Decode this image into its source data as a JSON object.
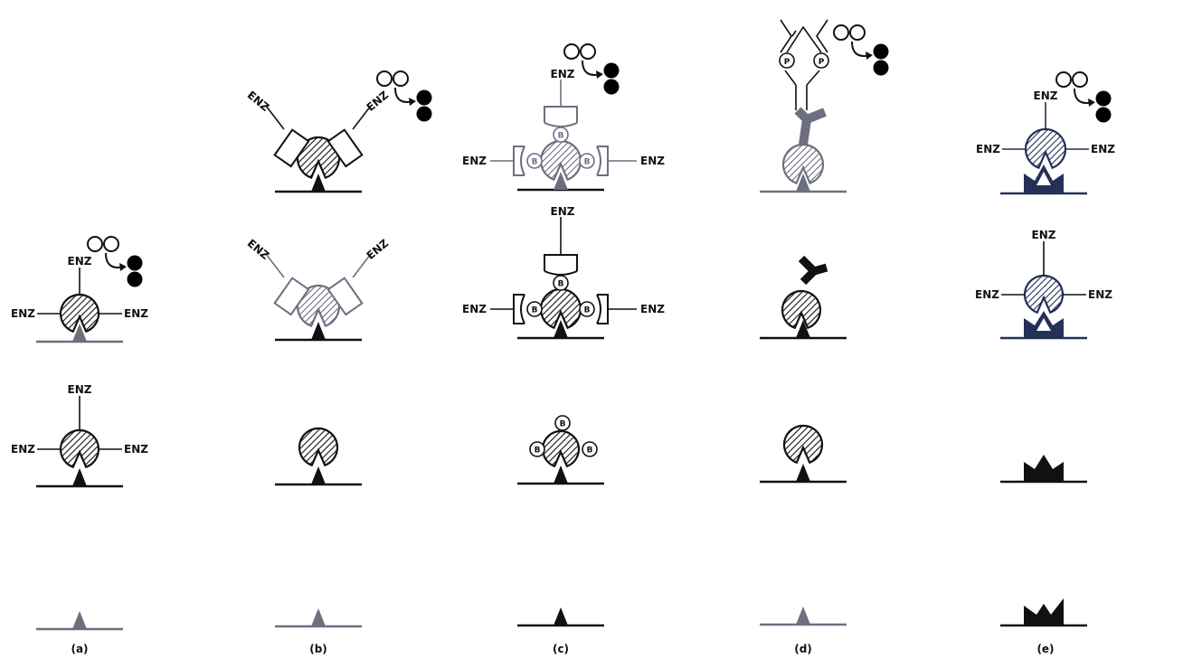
{
  "enzyme_label": "ENZ",
  "biotin_label": "B",
  "phosphate_label": "P",
  "columns": [
    {
      "id": "a",
      "caption": "(a)"
    },
    {
      "id": "b",
      "caption": "(b)"
    },
    {
      "id": "c",
      "caption": "(c)"
    },
    {
      "id": "d",
      "caption": "(d)"
    },
    {
      "id": "e",
      "caption": "(e)"
    }
  ],
  "colors": {
    "ink": "#111111",
    "faded": "#6d6f80",
    "navy": "#243056",
    "substrate_open": "#ffffff",
    "product_filled": "#000000"
  }
}
